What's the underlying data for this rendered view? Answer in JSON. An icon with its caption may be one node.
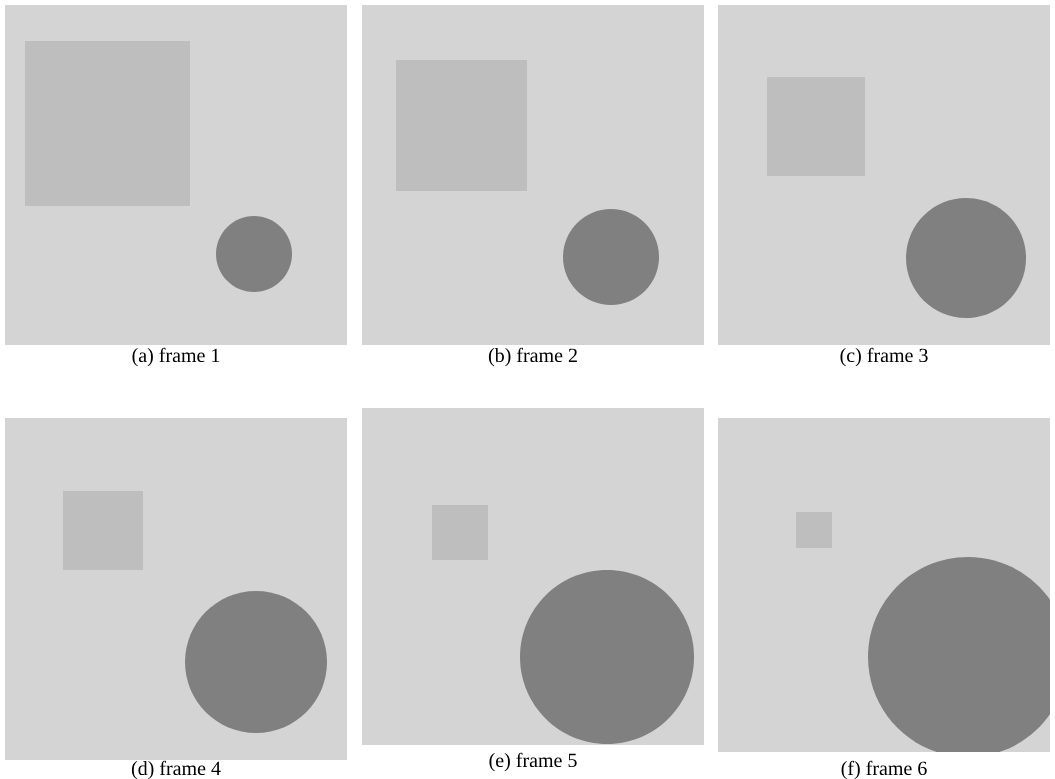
{
  "diagram": {
    "labels": [
      "(a) frame 1",
      "(b) frame 2",
      "(c) frame 3",
      "(d) frame 4",
      "(e) frame 5",
      "(f) frame 6"
    ]
  }
}
